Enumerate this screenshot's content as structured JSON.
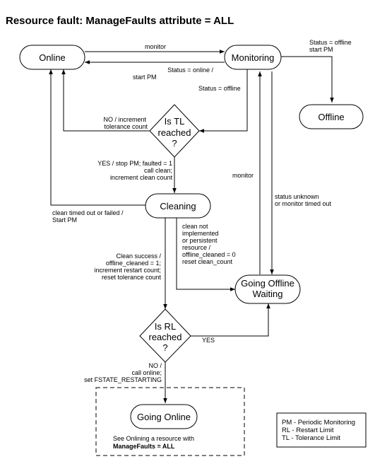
{
  "title": "Resource fault: ManageFaults attribute = ALL",
  "states": {
    "online": "Online",
    "monitoring": "Monitoring",
    "offline": "Offline",
    "cleaning": "Cleaning",
    "going_offline": [
      "Going Offline",
      "Waiting"
    ],
    "going_online": "Going Online"
  },
  "decisions": {
    "tl": [
      "Is TL",
      "reached",
      "?"
    ],
    "rl": [
      "Is RL",
      "reached",
      "?"
    ]
  },
  "labels": {
    "monitor_top": "monitor",
    "status_online": [
      "Status = online /",
      "start PM"
    ],
    "status_offline_right": [
      "Status = offline",
      "start PM"
    ],
    "status_offline": "Status = offline",
    "no_increment": [
      "NO / increment",
      "tolerance count"
    ],
    "yes_stop": [
      "YES / stop PM; faulted = 1",
      "call clean;",
      "increment clean count"
    ],
    "monitor_mid": "monitor",
    "status_unknown": [
      "status unknown",
      "or monitor timed out"
    ],
    "clean_timed_out": [
      "clean timed out or failed /",
      "Start PM"
    ],
    "clean_not_impl": [
      "clean not",
      "implemented",
      "or persistent",
      "resource /",
      "offline_cleaned = 0",
      "reset clean_count"
    ],
    "clean_success": [
      "Clean success /",
      "offline_cleaned = 1;",
      "increment restart count;",
      "reset tolerance count"
    ],
    "yes": "YES",
    "no_call_online": [
      "NO /",
      "call online;",
      "set FSTATE_RESTARTING"
    ]
  },
  "note": {
    "line1": "See Onlining a resource with",
    "line2_bold": "ManageFaults = ALL"
  },
  "legend": [
    "PM - Periodic Monitoring",
    "RL - Restart Limit",
    "TL - Tolerance Limit"
  ]
}
